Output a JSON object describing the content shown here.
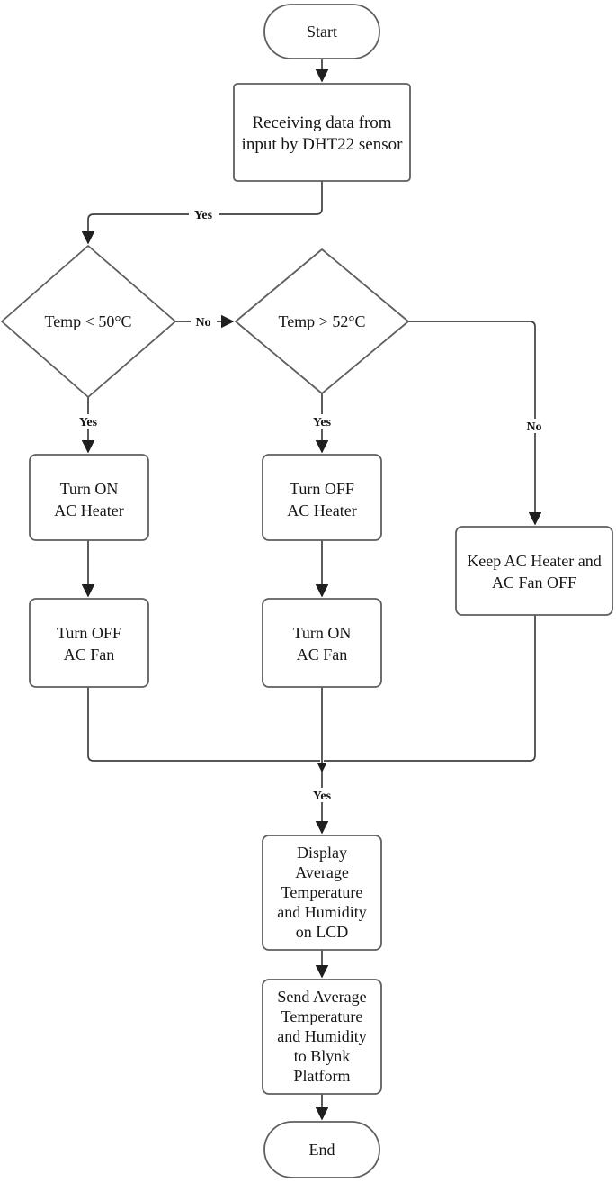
{
  "flowchart": {
    "nodes": {
      "start": {
        "type": "terminator",
        "label": "Start"
      },
      "receive_data": {
        "type": "process",
        "lines": [
          "Receiving data from",
          "input by DHT22 sensor"
        ]
      },
      "temp_below_50": {
        "type": "decision",
        "label": "Temp < 50°C"
      },
      "temp_above_52": {
        "type": "decision",
        "label": "Temp > 52°C"
      },
      "turn_on_heater": {
        "type": "process",
        "lines": [
          "Turn ON",
          "AC Heater"
        ]
      },
      "turn_off_heater": {
        "type": "process",
        "lines": [
          "Turn OFF",
          "AC Heater"
        ]
      },
      "keep_off": {
        "type": "process",
        "lines": [
          "Keep AC Heater and",
          "AC Fan OFF"
        ]
      },
      "turn_off_fan": {
        "type": "process",
        "lines": [
          "Turn OFF",
          "AC Fan"
        ]
      },
      "turn_on_fan": {
        "type": "process",
        "lines": [
          "Turn ON",
          "AC Fan"
        ]
      },
      "display_lcd": {
        "type": "process",
        "lines": [
          "Display",
          "Average",
          "Temperature",
          "and Humidity",
          "on LCD"
        ]
      },
      "send_blynk": {
        "type": "process",
        "lines": [
          "Send Average",
          "Temperature",
          "and Humidity",
          "to Blynk",
          "Platform"
        ]
      },
      "end": {
        "type": "terminator",
        "label": "End"
      }
    },
    "edge_labels": {
      "receive_to_temp50": "Yes",
      "temp50_no": "No",
      "temp50_yes": "Yes",
      "temp52_yes": "Yes",
      "temp52_no": "No",
      "merge_to_display": "Yes"
    },
    "colors": {
      "background": "#ffffff",
      "edge_line": "#3f3f3f",
      "node_border": "#5f5f5f",
      "node_fill": "#ffffff",
      "text": "#161616"
    }
  }
}
